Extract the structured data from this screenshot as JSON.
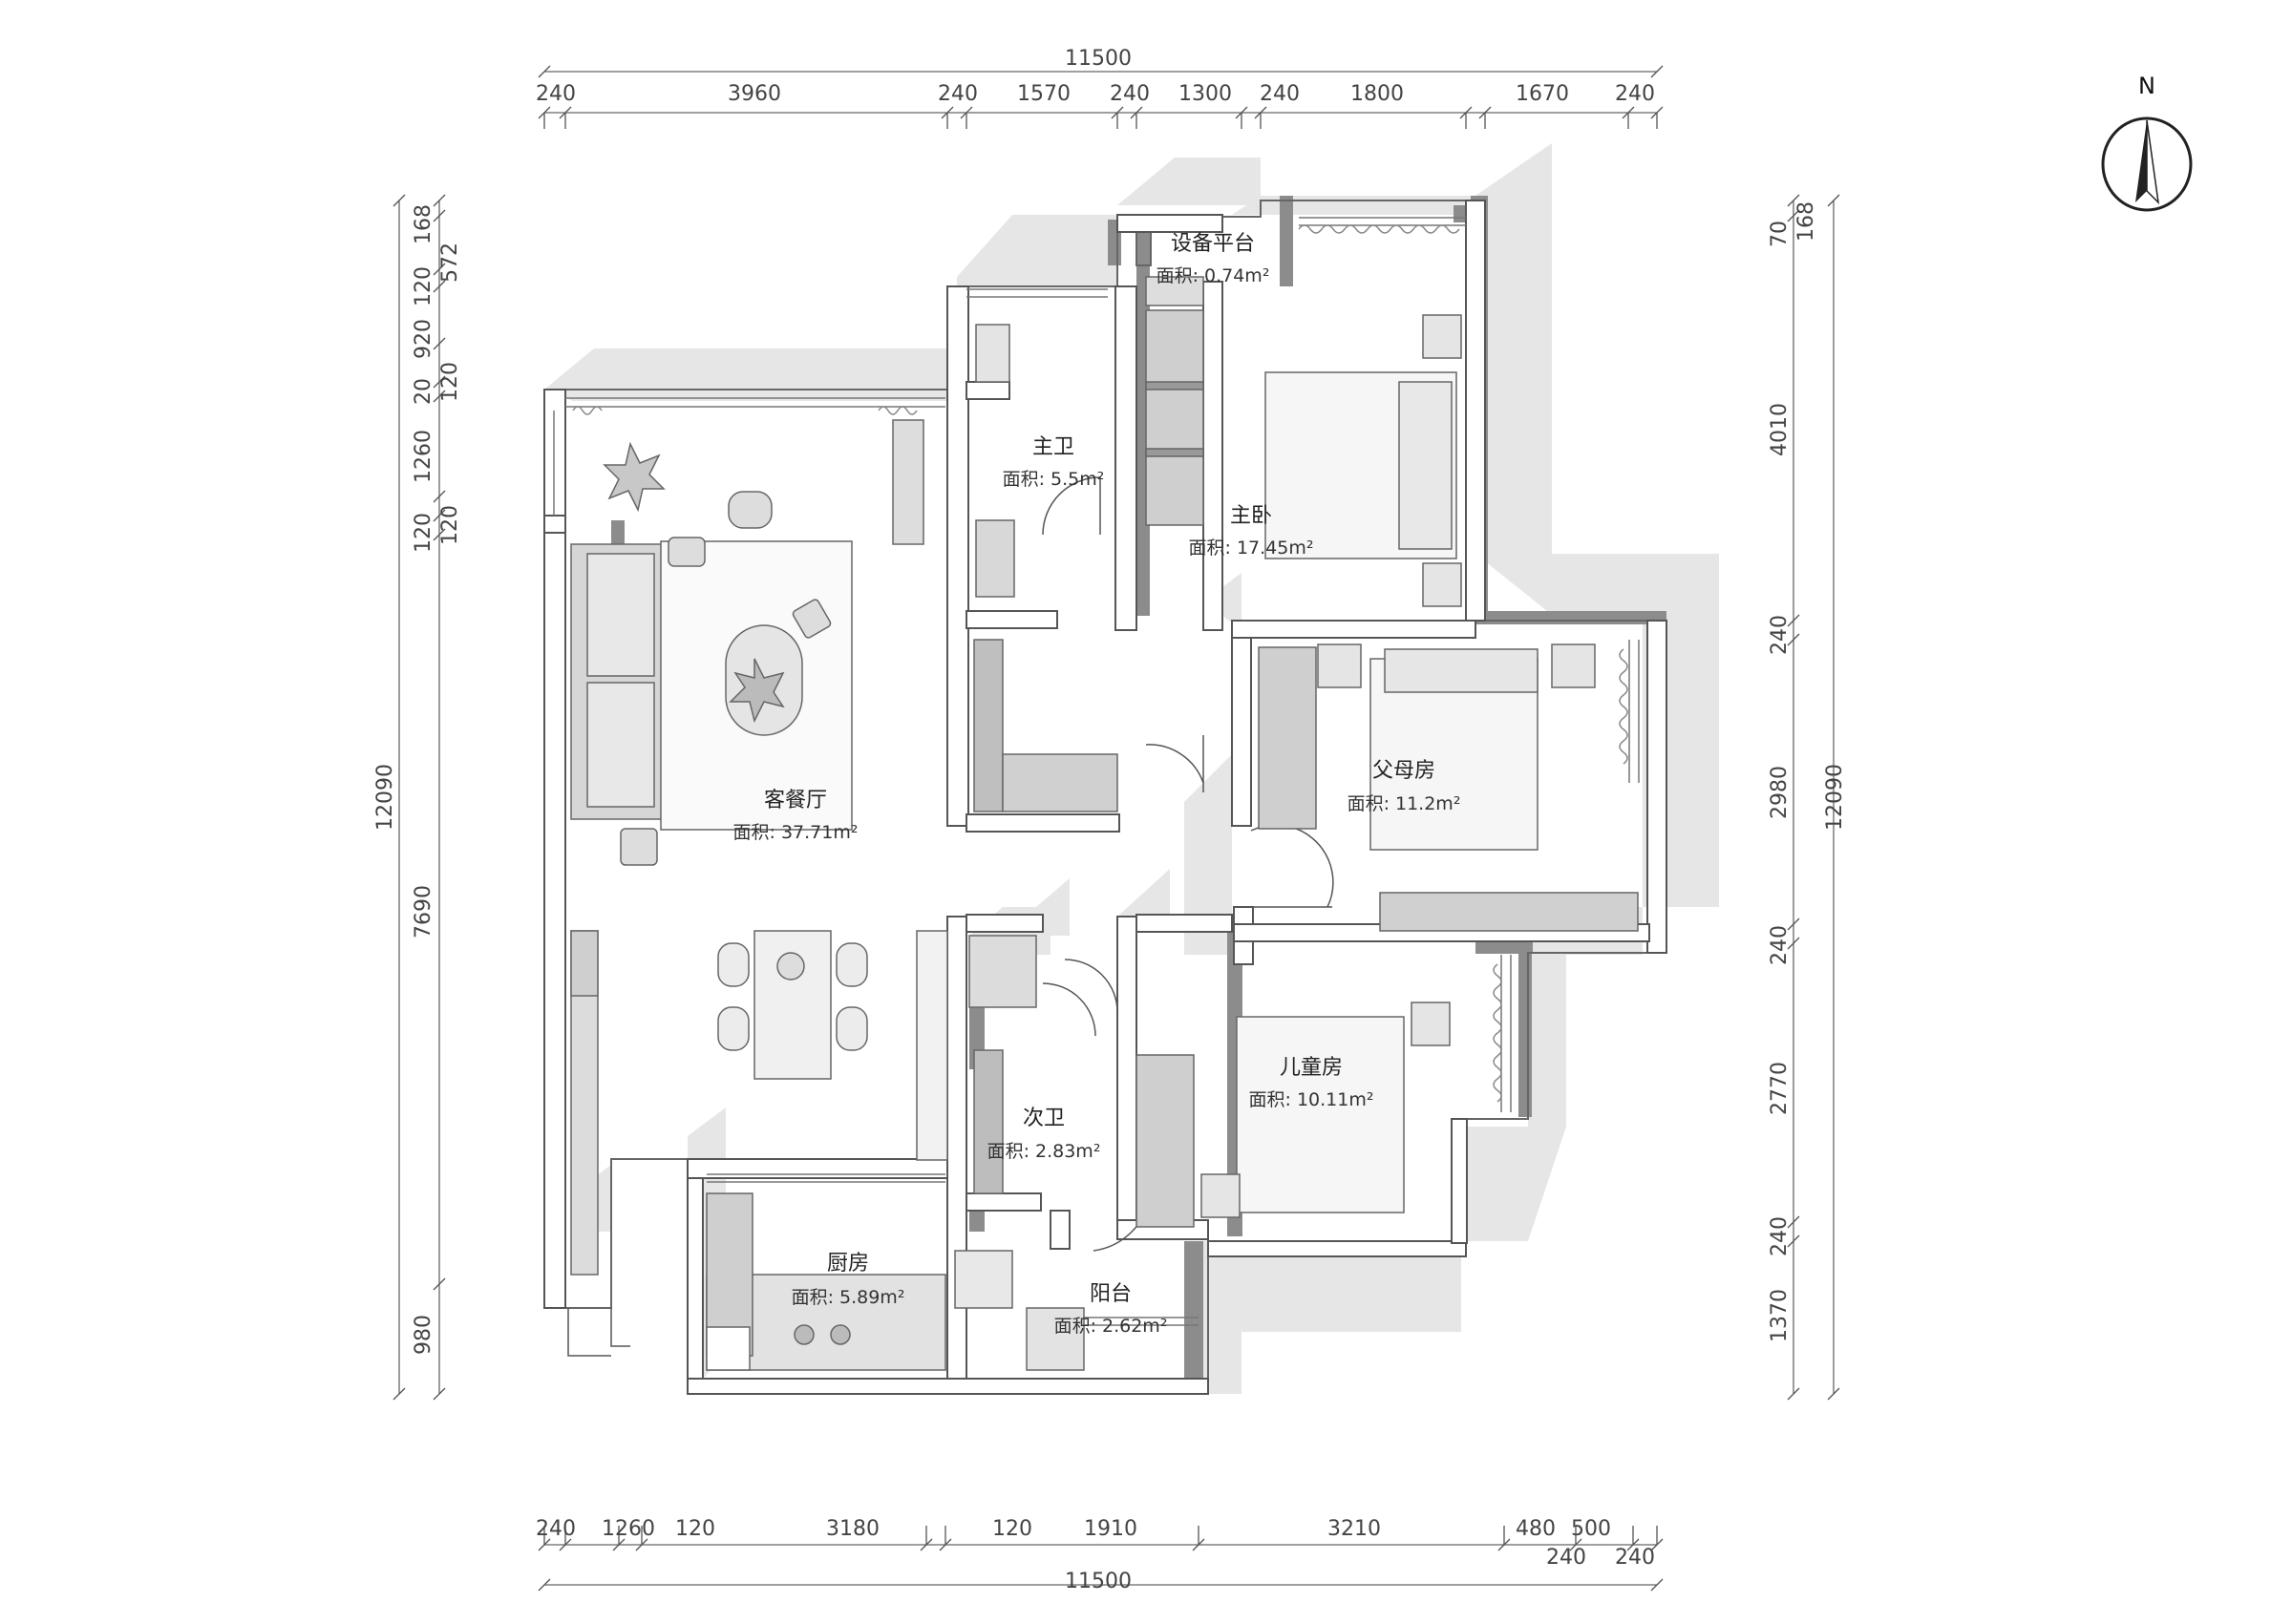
{
  "dimensions": {
    "top_total": "11500",
    "top": [
      "240",
      "3960",
      "240",
      "1570",
      "240",
      "1300",
      "240",
      "1800",
      "1670",
      "240"
    ],
    "bottom_total": "11500",
    "bottom": [
      "240",
      "1260",
      "120",
      "3180",
      "120",
      "1910",
      "3210",
      "480",
      "500"
    ],
    "bottom_lower": [
      "240",
      "240"
    ],
    "left_total": "12090",
    "left_inner": [
      "168",
      "572",
      "120",
      "920",
      "20",
      "120",
      "1260",
      "120",
      "120",
      "7690",
      "980"
    ],
    "right_total": "12090",
    "right_inner": [
      "70",
      "168",
      "4010",
      "240",
      "2980",
      "240",
      "2770",
      "240",
      "1370"
    ]
  },
  "rooms": [
    {
      "name": "设备平台",
      "area": "面积: 0.74m²"
    },
    {
      "name": "主卫",
      "area": "面积: 5.5m²"
    },
    {
      "name": "主卧",
      "area": "面积: 17.45m²"
    },
    {
      "name": "父母房",
      "area": "面积: 11.2m²"
    },
    {
      "name": "客餐厅",
      "area": "面积: 37.71m²"
    },
    {
      "name": "儿童房",
      "area": "面积: 10.11m²"
    },
    {
      "name": "次卫",
      "area": "面积: 2.83m²"
    },
    {
      "name": "厨房",
      "area": "面积: 5.89m²"
    },
    {
      "name": "阳台",
      "area": "面积: 2.62m²"
    }
  ],
  "compass": {
    "label": "N"
  },
  "colors": {
    "wall": "#ffffff",
    "wall_stroke": "#555555",
    "shadow": "#e3e3e3",
    "dark_shadow": "#8a8a8a",
    "furniture": "#cfcfcf"
  }
}
